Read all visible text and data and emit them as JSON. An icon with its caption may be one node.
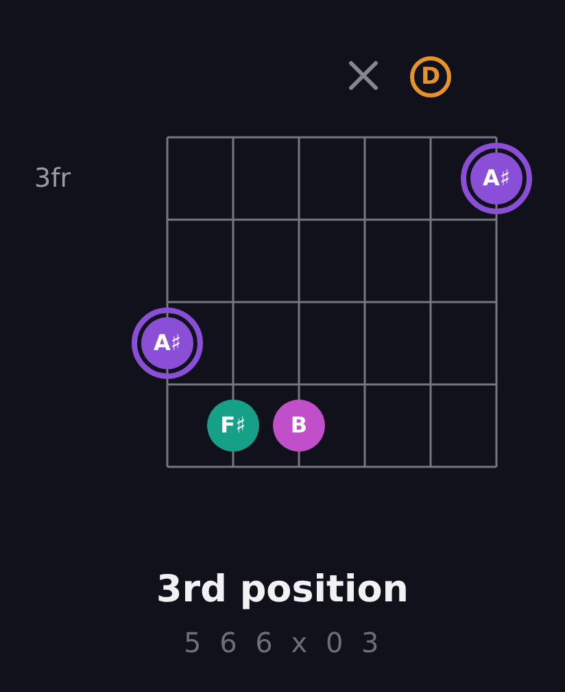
{
  "diagram": {
    "title": "3rd position",
    "nodes": [
      {
        "text": [
          "D"
        ]
      },
      {
        "text": [
          "A♯"
        ]
      },
      {
        "text": [
          "A♯"
        ]
      },
      {
        "text": [
          "F♯"
        ]
      },
      {
        "text": [
          "B"
        ]
      }
    ],
    "edges": [],
    "labels": [
      "3fr",
      "5 6 6 x 0 3"
    ]
  }
}
